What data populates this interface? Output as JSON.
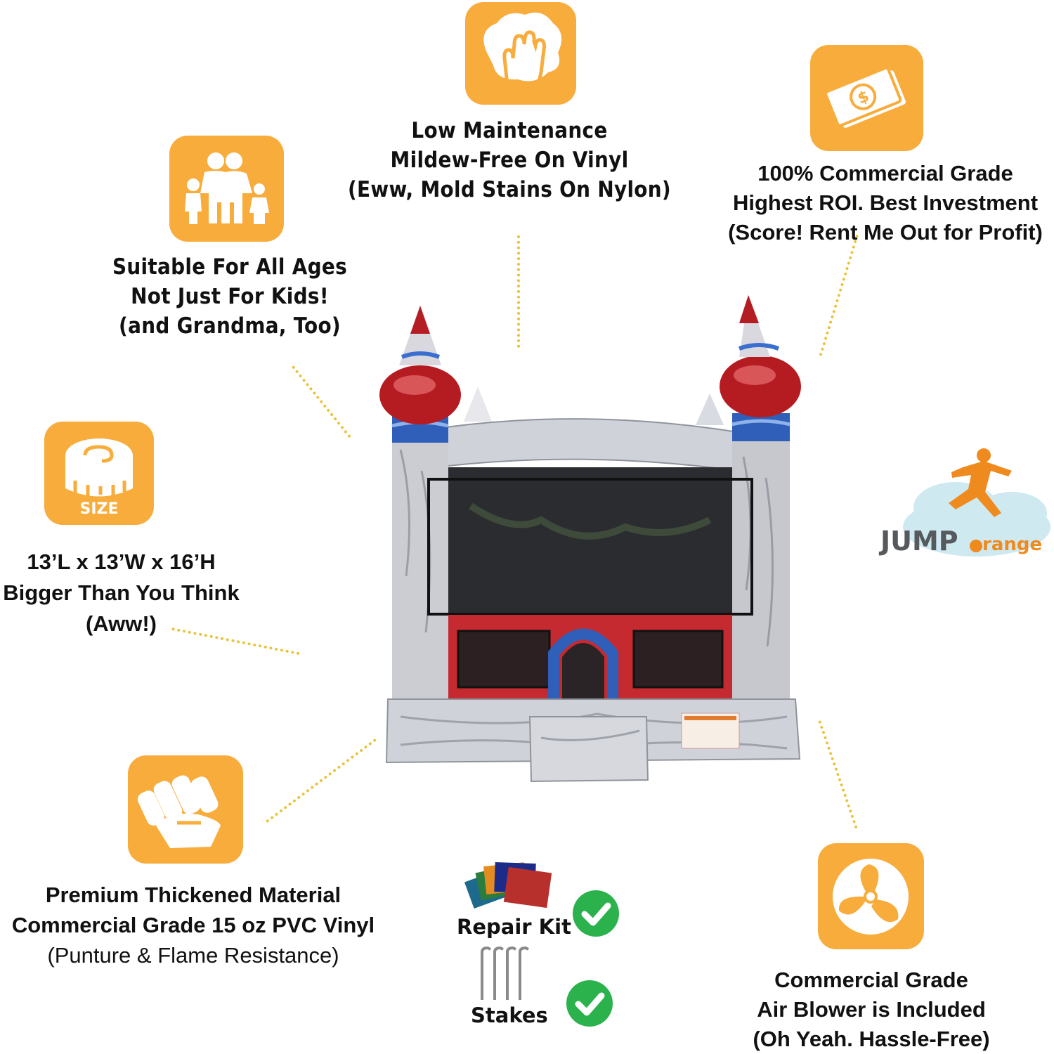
{
  "features": {
    "maintenance": [
      "Low Maintenance",
      "Mildew-Free On Vinyl",
      "(Eww, Mold Stains On Nylon)"
    ],
    "commercial": [
      "100% Commercial Grade",
      "Highest ROI. Best Investment",
      "(Score! Rent Me Out for Profit)"
    ],
    "ages": [
      "Suitable For All Ages",
      "Not Just For Kids!",
      "(and Grandma, Too)"
    ],
    "size": [
      "13’L x 13’W x 16’H",
      "Bigger Than You Think",
      "(Aww!)"
    ],
    "material": [
      "Premium Thickened Material",
      "Commercial Grade 15 oz  PVC Vinyl",
      "(Punture & Flame Resistance)"
    ],
    "blower": [
      "Commercial Grade",
      "Air  Blower is Included",
      "(Oh Yeah. Hassle-Free)"
    ]
  },
  "size_icon_text": "SIZE",
  "included": {
    "repair_kit": "Repair Kit",
    "stakes": "Stakes"
  },
  "brand": {
    "part1": "JUMP",
    "part2": "range"
  },
  "colors": {
    "tile": "#f8ac3c",
    "dots": "#e8c23a",
    "check": "#2bb24c"
  }
}
